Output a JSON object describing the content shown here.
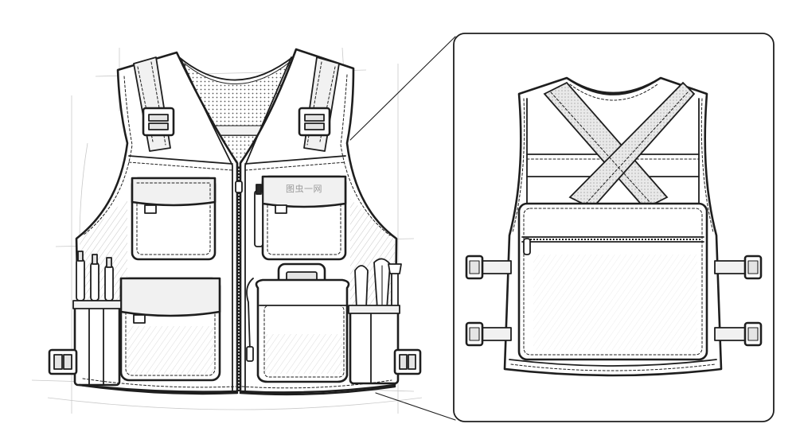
{
  "image": {
    "style": "black-and-white line drawing",
    "views": [
      "vest-front",
      "vest-back-detail"
    ]
  },
  "front_view": {
    "pocket_label": "图虫一网"
  },
  "colors": {
    "background": "#ffffff",
    "ink": "#1e1e1e",
    "shade": "#e4e4e4",
    "guide": "#c9c9c9"
  }
}
